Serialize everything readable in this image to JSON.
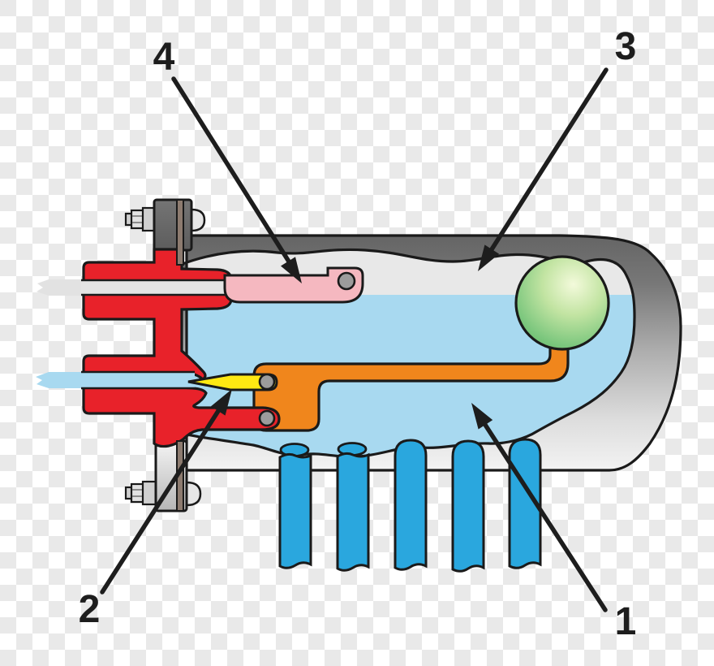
{
  "diagram": {
    "type": "technical-cross-section-float-valve-vessel",
    "labels": [
      {
        "text": "1"
      },
      {
        "text": "2"
      },
      {
        "text": "3"
      },
      {
        "text": "4"
      }
    ],
    "colors": {
      "flange_red": "#e8222a",
      "flapper_pink": "#f5b8c0",
      "needle_yellow": "#ffe912",
      "linkage_orange": "#f0861c",
      "float_green": "#6fc072",
      "tube_blue": "#2aa7de",
      "liquid_blue": "#a8d9f0",
      "vapor_gray": "#e8e8e8",
      "shell_dark": "#686868",
      "shell_light": "#f2f2f2",
      "gasket_brown": "#8d7b6f",
      "pin_gray": "#9c9c9c",
      "checker_dark": "#e9e9e9",
      "checker_light": "#ffffff"
    }
  }
}
